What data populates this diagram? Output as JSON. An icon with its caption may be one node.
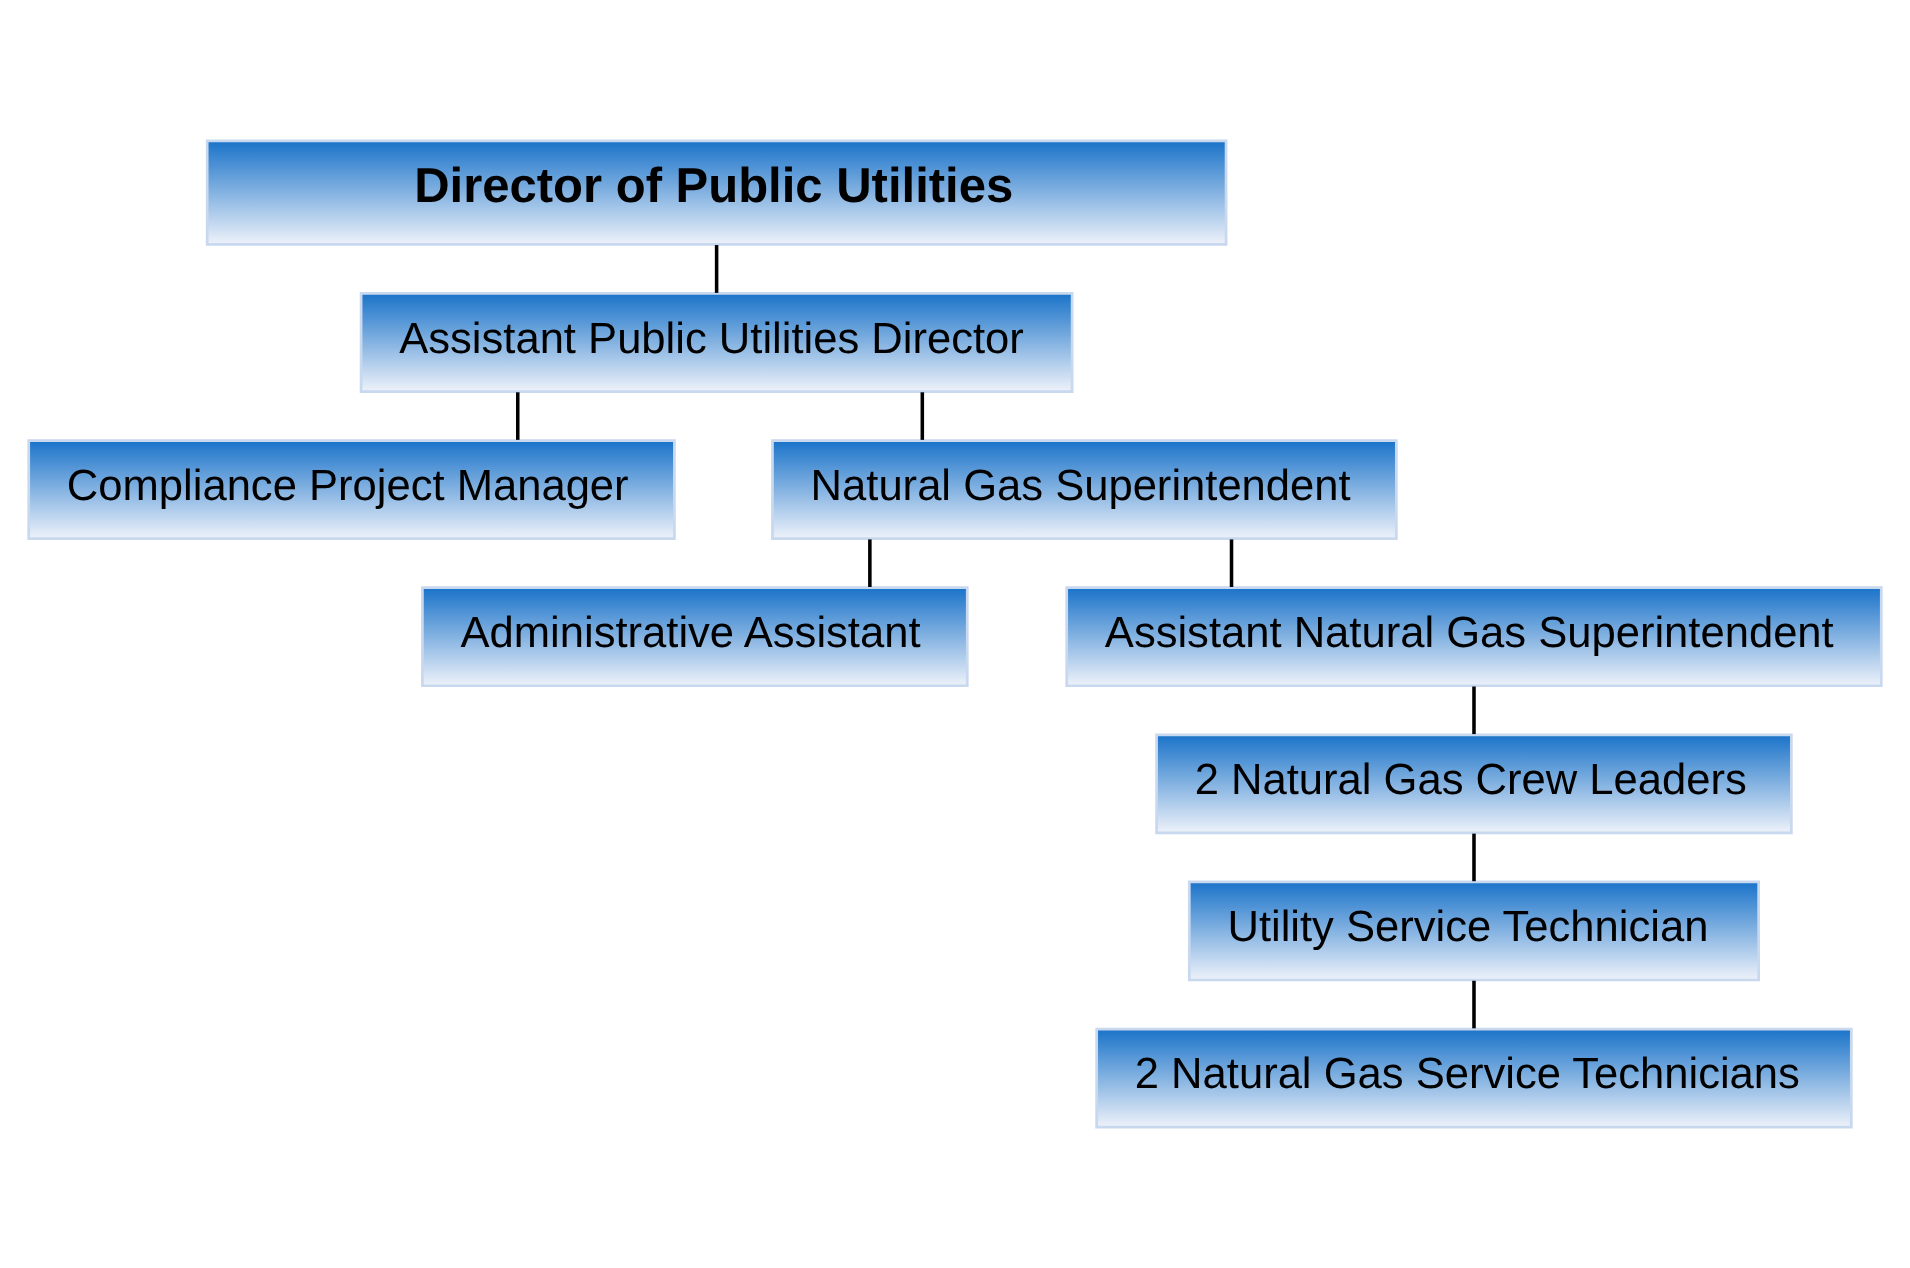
{
  "diagram": {
    "nodes": [
      {
        "text": [
          "Director of Public Utilities"
        ]
      },
      {
        "text": [
          "Assistant Public Utilities Director"
        ]
      },
      {
        "text": [
          "Compliance Project Manager"
        ]
      },
      {
        "text": [
          "Natural Gas Superintendent"
        ]
      },
      {
        "text": [
          "Administrative Assistant"
        ]
      },
      {
        "text": [
          "Assistant Natural Gas Superintendent"
        ]
      },
      {
        "text": [
          "2 Natural Gas Crew Leaders"
        ]
      },
      {
        "text": [
          "Utility Service Technician"
        ]
      },
      {
        "text": [
          "2 Natural Gas Service Technicians"
        ]
      }
    ],
    "edges": [
      {
        "from": 0,
        "to": 1,
        "arrow": "none"
      },
      {
        "from": 1,
        "to": 2,
        "arrow": "none"
      },
      {
        "from": 1,
        "to": 3,
        "arrow": "none"
      },
      {
        "from": 3,
        "to": 4,
        "arrow": "none"
      },
      {
        "from": 3,
        "to": 5,
        "arrow": "none"
      },
      {
        "from": 5,
        "to": 6,
        "arrow": "none"
      },
      {
        "from": 6,
        "to": 7,
        "arrow": "none"
      },
      {
        "from": 7,
        "to": 8,
        "arrow": "none"
      }
    ]
  }
}
